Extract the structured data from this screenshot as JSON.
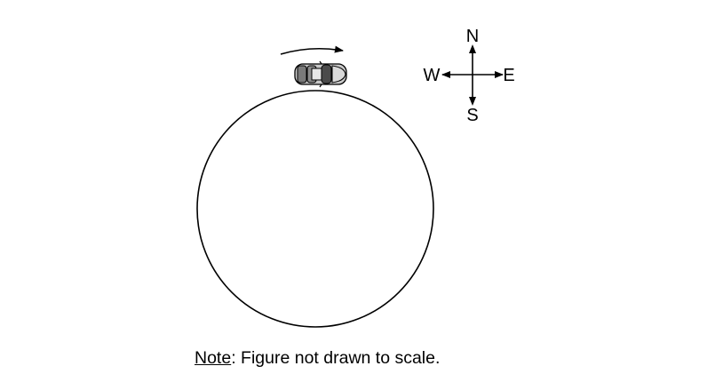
{
  "compass": {
    "north": "N",
    "south": "S",
    "east": "E",
    "west": "W"
  },
  "note": {
    "label": "Note",
    "text": ": Figure not drawn to scale."
  },
  "colors": {
    "line": "#000000",
    "car_body": "#9a9a9a",
    "car_dark": "#555555"
  }
}
